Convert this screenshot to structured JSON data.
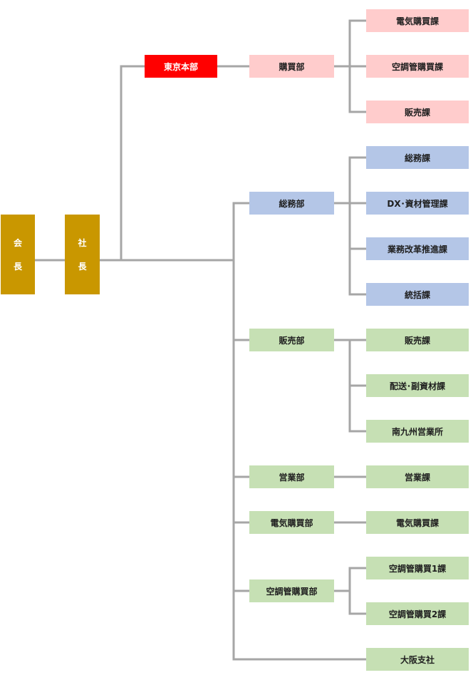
{
  "chairman": {
    "chars": [
      "会",
      "長"
    ]
  },
  "president": {
    "chars": [
      "社",
      "長"
    ]
  },
  "tokyo_hq": {
    "name": "東京本部",
    "department": {
      "name": "購買部",
      "sections": [
        "電気購買課",
        "空調管購買課",
        "販売課"
      ]
    }
  },
  "departments": [
    {
      "name": "総務部",
      "sections": [
        "総務課",
        "DX･資材管理課",
        "業務改革推進課",
        "統括課"
      ]
    },
    {
      "name": "販売部",
      "sections": [
        "販売課",
        "配送･副資材課",
        "南九州営業所"
      ]
    },
    {
      "name": "営業部",
      "sections": [
        "営業課"
      ]
    },
    {
      "name": "電気購買部",
      "sections": [
        "電気購買課"
      ]
    },
    {
      "name": "空調管購買部",
      "sections": [
        "空調管購買1課",
        "空調管購買2課"
      ]
    }
  ],
  "branch": {
    "name": "大阪支社"
  },
  "colors": {
    "executive": "#c99700",
    "tokyo_hq": "#ff0000",
    "tokyo_units": "#ffcccc",
    "admin_units": "#b4c6e7",
    "sales_units": "#c6e0b4",
    "connector": "#a6a6a6"
  }
}
